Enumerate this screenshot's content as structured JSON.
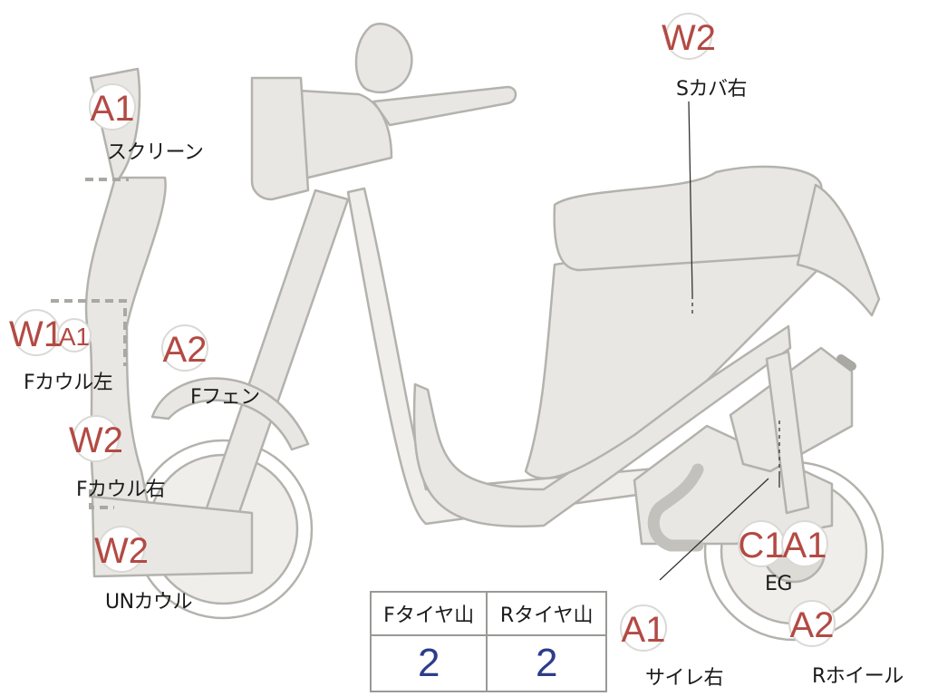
{
  "badges": {
    "screen": "A1",
    "fcowl_left_1": "W1",
    "fcowl_left_2": "A1",
    "ffender": "A2",
    "fcowl_right": "W2",
    "under_cowl": "W2",
    "scover_right": "W2",
    "engine_1": "C1",
    "engine_2": "A1",
    "muffler_right": "A1",
    "rwheel": "A2"
  },
  "labels": {
    "screen": "スクリーン",
    "fcowl_left": "Fカウル左",
    "ffender": "Fフェン",
    "fcowl_right": "Fカウル右",
    "under_cowl": "UNカウル",
    "scover_right": "Sカバ右",
    "engine": "EG",
    "muffler_right": "サイレ右",
    "rwheel": "Rホイール"
  },
  "tread": {
    "front_header": "Fタイヤ山",
    "rear_header": "Rタイヤ山",
    "front_value": "2",
    "rear_value": "2"
  },
  "colors": {
    "part_fill": "#e8e7e3",
    "part_outline": "#b3b2ad",
    "badge_text": "#b34a44",
    "value_text": "#2d3c8a"
  }
}
